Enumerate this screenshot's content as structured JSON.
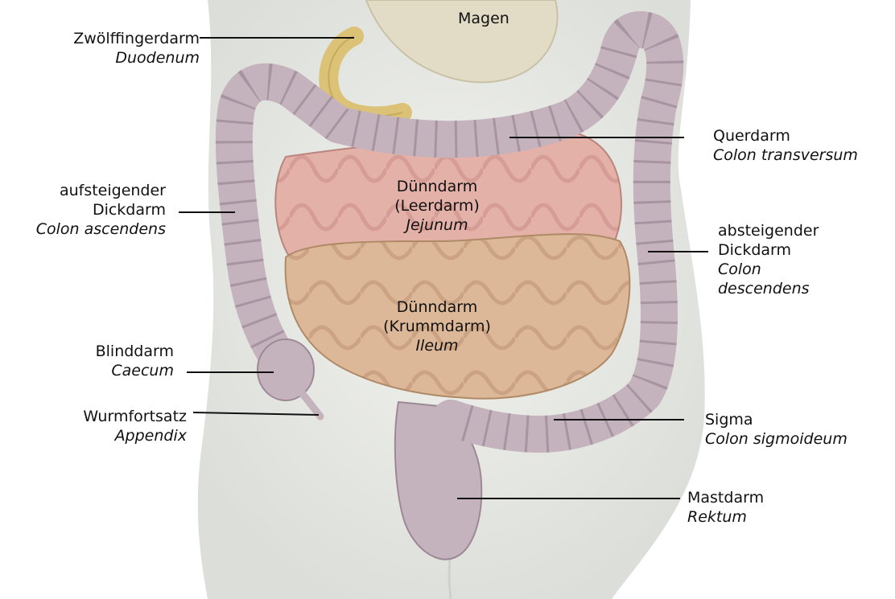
{
  "labels": {
    "magen": "Magen",
    "duodenum": {
      "de": "Zwölffingerdarm",
      "lat": "Duodenum"
    },
    "querdarm": {
      "de": "Querdarm",
      "lat": "Colon transversum"
    },
    "aufsteigend": {
      "de1": "aufsteigender",
      "de2": "Dickdarm",
      "lat": "Colon ascendens"
    },
    "jejunum": {
      "de1": "Dünndarm",
      "de2": "(Leerdarm)",
      "lat": "Jejunum"
    },
    "absteigend": {
      "de1": "absteigender",
      "de2": "Dickdarm",
      "lat1": "Colon",
      "lat2": "descendens"
    },
    "ileum": {
      "de1": "Dünndarm",
      "de2": "(Krummdarm)",
      "lat": "Ileum"
    },
    "caecum": {
      "de": "Blinddarm",
      "lat": "Caecum"
    },
    "appendix": {
      "de": "Wurmfortsatz",
      "lat": "Appendix"
    },
    "sigma": {
      "de": "Sigma",
      "lat": "Colon sigmoideum"
    },
    "rektum": {
      "de": "Mastdarm",
      "lat": "Rektum"
    }
  },
  "colors": {
    "body": "#e6e8e3",
    "colon": "#c4b3bd",
    "colon_shade": "#9d8896",
    "small_intestine_upper": "#e0aca3",
    "small_intestine_lower": "#d9b494",
    "stomach": "#e2dcc6",
    "duodenum": "#dcc277",
    "leader_line": "#111111"
  }
}
